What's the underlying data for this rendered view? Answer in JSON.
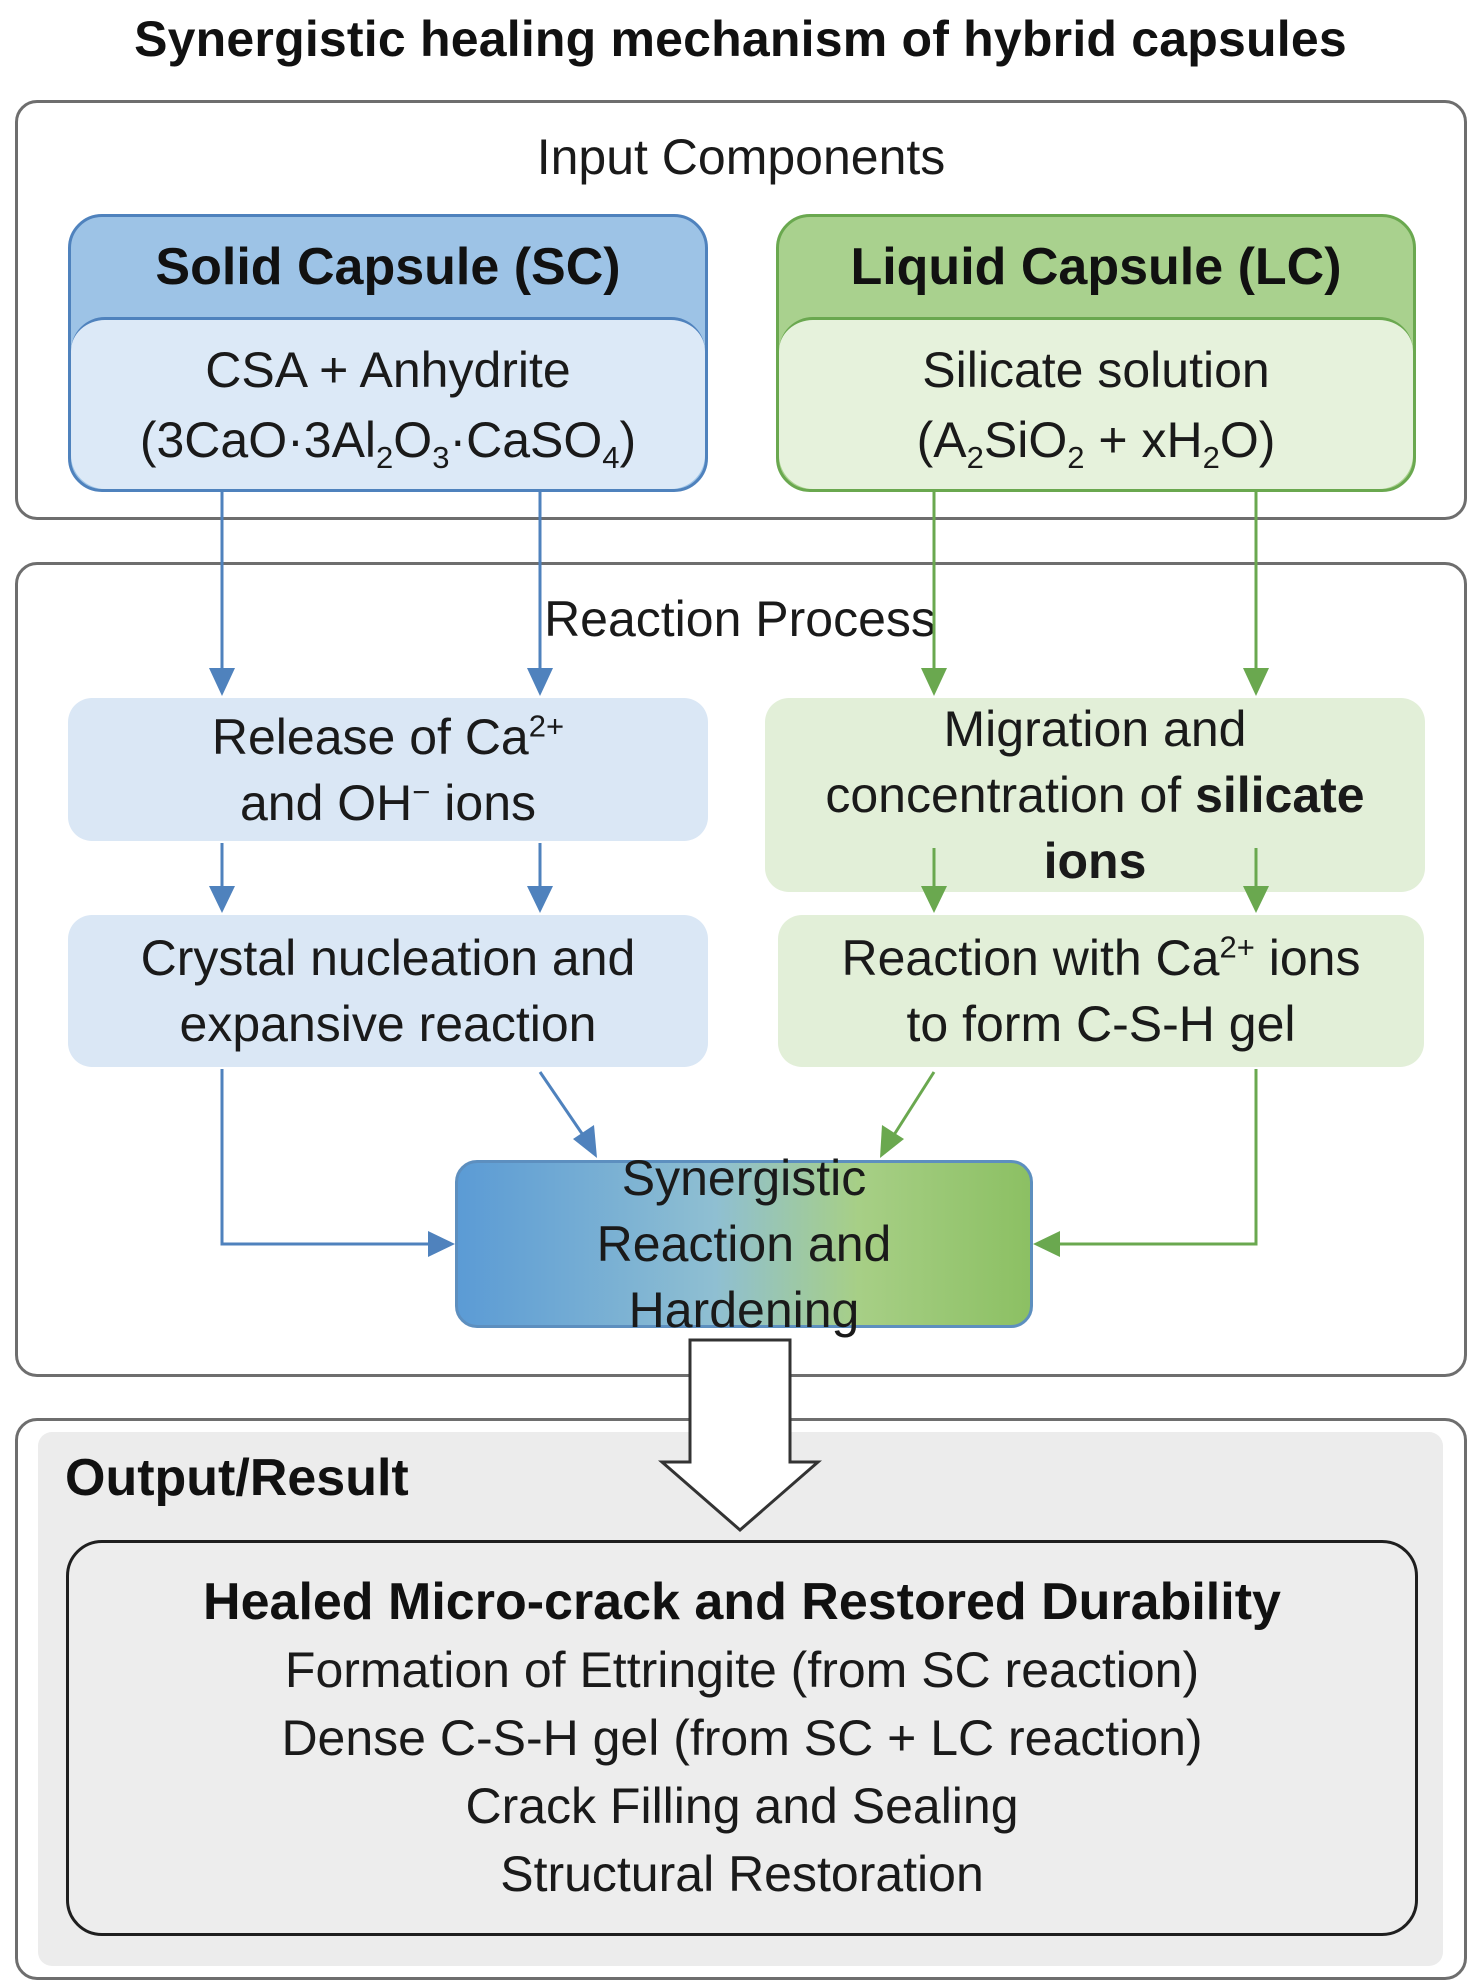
{
  "title": "Synergistic healing mechanism of hybrid capsules",
  "input_section": {
    "label": "Input Components",
    "solid_capsule": {
      "name": "Solid Capsule (SC)",
      "line1": "CSA + Anhydrite",
      "line2": "(3CaO·3Al2O3·CaSO4)"
    },
    "liquid_capsule": {
      "name": "Liquid Capsule (LC)",
      "line1": "Silicate solution",
      "line2": "(A2SiO2 + xH2O)"
    }
  },
  "reaction_section": {
    "label": "Reaction Process",
    "release_step": "Release of Ca2+ and OH− ions",
    "migration_step": "Migration and concentration of silicate ions",
    "crystal_step": "Crystal nucleation and expansive reaction",
    "csh_step": "Reaction with Ca2+ ions to form C-S-H gel",
    "synergy": "Synergistic Reaction and Hardening"
  },
  "output_section": {
    "label": "Output/Result",
    "result_title": "Healed Micro-crack and Restored Durability",
    "results": [
      "Formation of Ettringite (from SC reaction)",
      "Dense C-S-H gel (from SC + LC reaction)",
      "Crack Filling and Sealing",
      "Structural Restoration"
    ]
  },
  "colors": {
    "blue_accent": "#4f82bd",
    "green_accent": "#6aa84f",
    "panel_border": "#6e6e6e"
  }
}
